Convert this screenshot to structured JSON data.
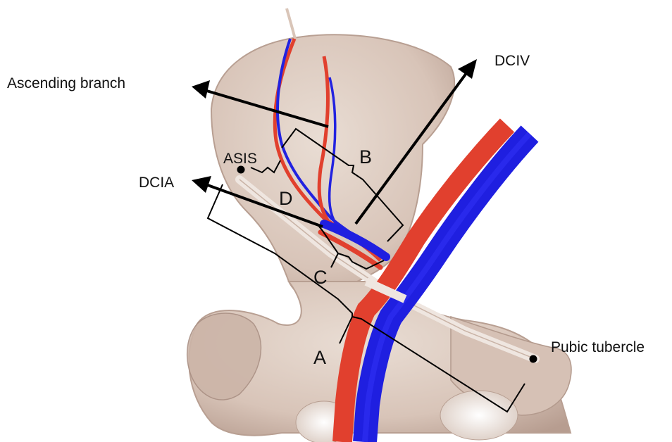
{
  "labels": {
    "ascending_branch": "Ascending branch",
    "dciv": "DCIV",
    "dcia": "DCIA",
    "asis": "ASIS",
    "pubic_tubercle": "Pubic tubercle",
    "a": "A",
    "b": "B",
    "c": "C",
    "d": "D"
  },
  "colors": {
    "bone": "#dcc9bd",
    "bone_shadow": "#b89f92",
    "artery": "#e1402e",
    "vein": "#1f1fe0",
    "ligament": "#efe6e0",
    "ink": "#000000"
  }
}
